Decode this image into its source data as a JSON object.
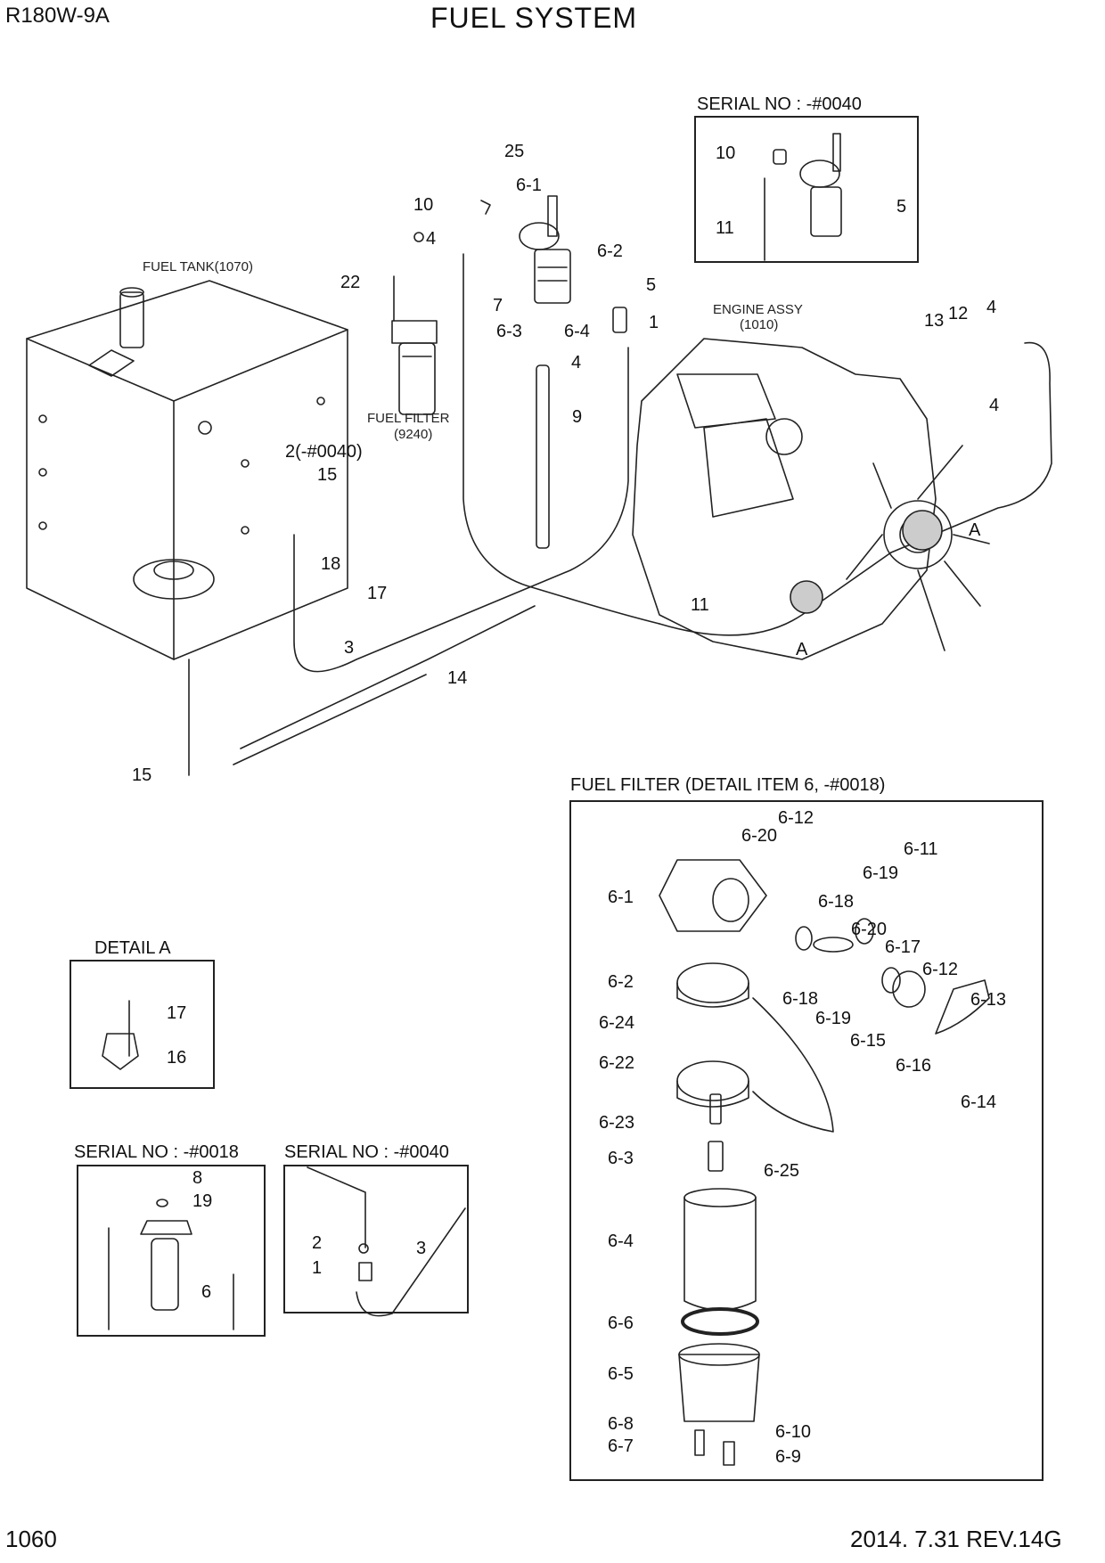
{
  "header": {
    "model": "R180W-9A",
    "title": "FUEL SYSTEM"
  },
  "footer": {
    "page": "1060",
    "revision": "2014. 7.31  REV.14G"
  },
  "captions": {
    "fuel_tank": "FUEL TANK(1070)",
    "fuel_filter_line1": "FUEL FILTER",
    "fuel_filter_line2": "(9240)",
    "engine_line1": "ENGINE ASSY",
    "engine_line2": "(1010)"
  },
  "boxes": {
    "serial_top": "SERIAL NO : -#0040",
    "detail_filter": "FUEL FILTER (DETAIL ITEM 6, -#0018)",
    "detail_a": "DETAIL  A",
    "serial_0018": "SERIAL NO : -#0018",
    "serial_0040": "SERIAL NO : -#0040"
  },
  "callouts": {
    "main": [
      "25",
      "6-1",
      "10",
      "4",
      "22",
      "6-2",
      "5",
      "7",
      "6-3",
      "6-4",
      "1",
      "4",
      "9",
      "13",
      "12",
      "4",
      "4",
      "2(-#0040)",
      "15",
      "18",
      "17",
      "3",
      "14",
      "11",
      "A",
      "A",
      "15"
    ],
    "serial_top": [
      "10",
      "5",
      "11"
    ],
    "detail_filter": [
      "6-12",
      "6-20",
      "6-11",
      "6-19",
      "6-1",
      "6-18",
      "6-20",
      "6-17",
      "6-12",
      "6-13",
      "6-2",
      "6-18",
      "6-19",
      "6-15",
      "6-16",
      "6-24",
      "6-22",
      "6-14",
      "6-23",
      "6-3",
      "6-25",
      "6-4",
      "6-6",
      "6-5",
      "6-8",
      "6-10",
      "6-7",
      "6-9"
    ],
    "detail_a": [
      "17",
      "16"
    ],
    "serial_0018": [
      "8",
      "19",
      "6"
    ],
    "serial_0040": [
      "2",
      "3",
      "1"
    ]
  }
}
